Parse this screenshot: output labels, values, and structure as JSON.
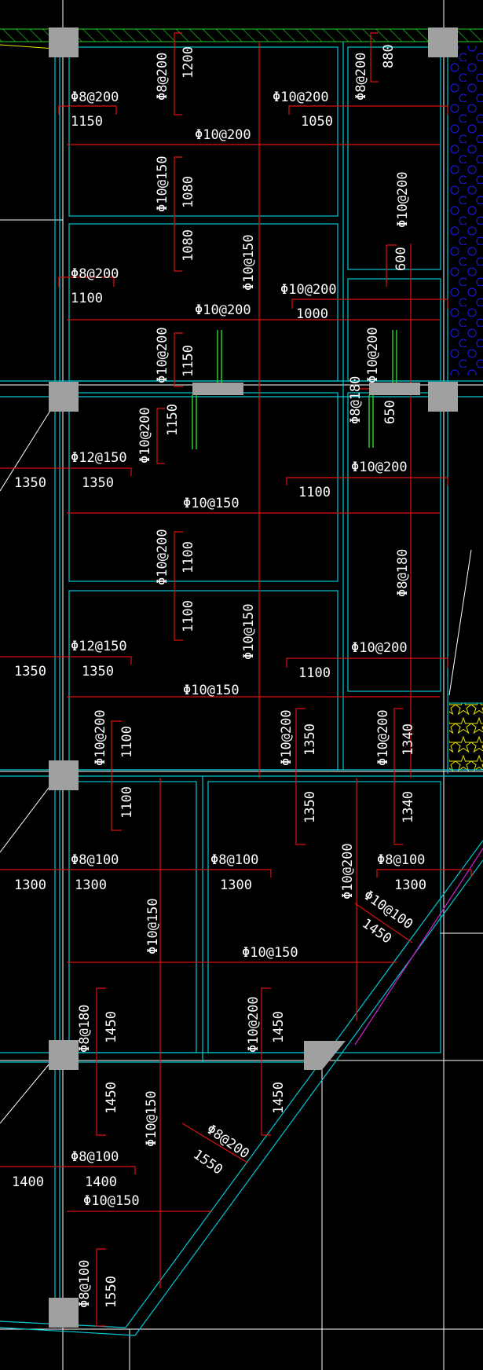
{
  "colors": {
    "background": "#000000",
    "wall": "#00c8d2",
    "rebar": "#dd1111",
    "grid": "#ffffff",
    "column": "#a0a0a0",
    "hatch": "#22cc22",
    "magenta": "#d020d0",
    "blue": "#1a1aff",
    "yellow": "#e8e800"
  },
  "labels": {
    "b1_top_left": "Φ8@200",
    "b1_top_left_dim": "1200",
    "b1_left_bar": "Φ8@200",
    "b1_left_dim": "1150",
    "b1_right_bar": "Φ10@200",
    "b1_right_dim": "1050",
    "b1_long_bar": "Φ10@200",
    "b1_v_bar": "Φ10@150",
    "b1_v_dim": "1080",
    "b1_v_dim2": "1080",
    "b1_mid_bar": "Φ10@150",
    "r1_top_bar": "Φ8@200",
    "r1_top_dim": "880",
    "r1_v_bar": "Φ10@200",
    "r1_v_dim": "600",
    "b2_left_bar": "Φ8@200",
    "b2_left_dim": "1100",
    "b2_right_bar": "Φ10@200",
    "b2_right_dim": "1000",
    "b2_long_bar": "Φ10@200",
    "b2_v_bar": "Φ10@200",
    "b2_v_dim": "1150",
    "r2_v_bar": "Φ10@200",
    "r2_bar2": "Φ8@180",
    "r2_dim": "650",
    "b3_v_bar": "Φ10@200",
    "b3_v_dim": "1150",
    "b3_left_bar": "Φ12@150",
    "b3_left_dim": "1350",
    "b3_outer_dim": "1350",
    "b3_right_bar": "Φ10@200",
    "b3_right_dim": "1100",
    "b3_long_bar": "Φ10@150",
    "b3_v2_bar": "Φ10@200",
    "b3_v2_dim": "1100",
    "b3_v2_dim2": "1100",
    "r3_v_bar": "Φ8@180",
    "b4_mid_bar": "Φ10@150",
    "b4_left_bar": "Φ12@150",
    "b4_left_dim": "1350",
    "b4_outer_dim": "1350",
    "b4_right_bar": "Φ10@200",
    "b4_right_dim": "1100",
    "b4_long_bar": "Φ10@150",
    "c1_bar": "Φ10@200",
    "c1_dim": "1100",
    "c1_dim2": "1100",
    "c2_bar": "Φ10@200",
    "c2_dim": "1350",
    "c2_dim2": "1350",
    "c3_bar": "Φ10@200",
    "c3_dim": "1340",
    "c3_dim2": "1340",
    "d_left_bar": "Φ8@100",
    "d_left_dim": "1300",
    "d_outer_dim": "1300",
    "d_mid_bar": "Φ8@100",
    "d_mid_dim": "1300",
    "d_right_bar": "Φ8@100",
    "d_right_dim": "1300",
    "d_v_bar": "Φ10@150",
    "d_long_bar": "Φ10@150",
    "d_diag_bar": "Φ10@200",
    "d_diag2_bar": "Φ10@100",
    "d_diag2_dim": "1450",
    "e_left_bar": "Φ8@180",
    "e_left_dim": "1450",
    "e_left_dim2": "1450",
    "e_mid_bar": "Φ10@200",
    "e_mid_dim": "1450",
    "e_mid_dim2": "1450",
    "e_v_bar": "Φ10@150",
    "e_diag_bar": "Φ8@200",
    "e_diag_dim": "1550",
    "e_left2_bar": "Φ8@100",
    "e_left2_dim": "1400",
    "e_outer_dim": "1400",
    "e_long_bar": "Φ10@150",
    "f_bar": "Φ8@100",
    "f_dim": "1550"
  }
}
